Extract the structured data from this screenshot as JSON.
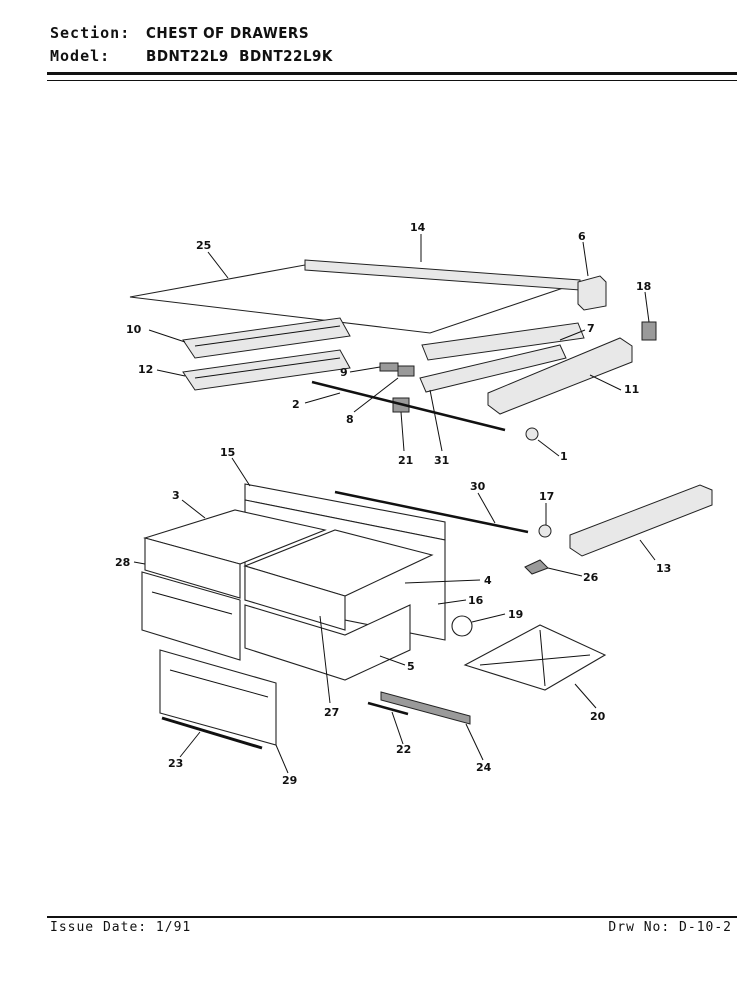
{
  "header": {
    "section_key": "Section:",
    "section_value": "CHEST OF DRAWERS",
    "model_key": "Model:",
    "model_value": "BDNT22L9  BDNT22L9K"
  },
  "footer": {
    "issue_date": "Issue Date: 1/91",
    "drawing_no": "Drw No: D-10-2"
  },
  "callouts": [
    "1",
    "2",
    "3",
    "4",
    "5",
    "6",
    "7",
    "8",
    "9",
    "10",
    "11",
    "12",
    "13",
    "14",
    "15",
    "16",
    "17",
    "18",
    "19",
    "20",
    "21",
    "22",
    "23",
    "24",
    "25",
    "26",
    "27",
    "28",
    "29",
    "30",
    "31"
  ]
}
